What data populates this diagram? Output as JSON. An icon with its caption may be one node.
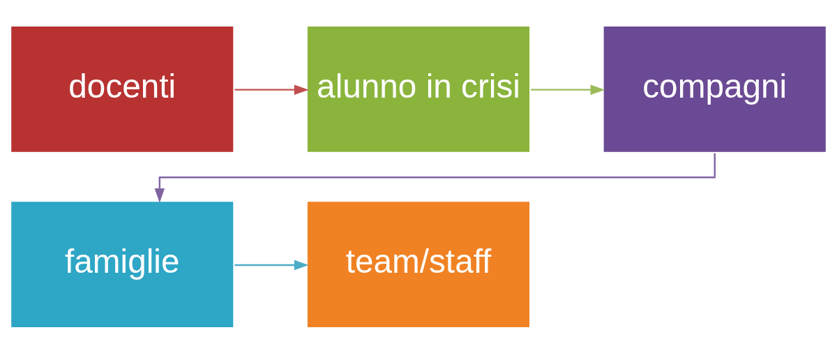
{
  "diagram": {
    "nodes": [
      {
        "text": [
          "docenti"
        ]
      },
      {
        "text": [
          "alunno in crisi"
        ]
      },
      {
        "text": [
          "compagni"
        ]
      },
      {
        "text": [
          "famiglie"
        ]
      },
      {
        "text": [
          "team/staff"
        ]
      }
    ],
    "edges": [
      {
        "from": 0,
        "to": 1,
        "arrow": "to",
        "color": "#c0504d"
      },
      {
        "from": 1,
        "to": 2,
        "arrow": "to",
        "color": "#9bbb59"
      },
      {
        "from": 2,
        "to": 3,
        "arrow": "to",
        "color": "#8064a2"
      },
      {
        "from": 3,
        "to": 4,
        "arrow": "to",
        "color": "#4bacc6"
      }
    ]
  }
}
